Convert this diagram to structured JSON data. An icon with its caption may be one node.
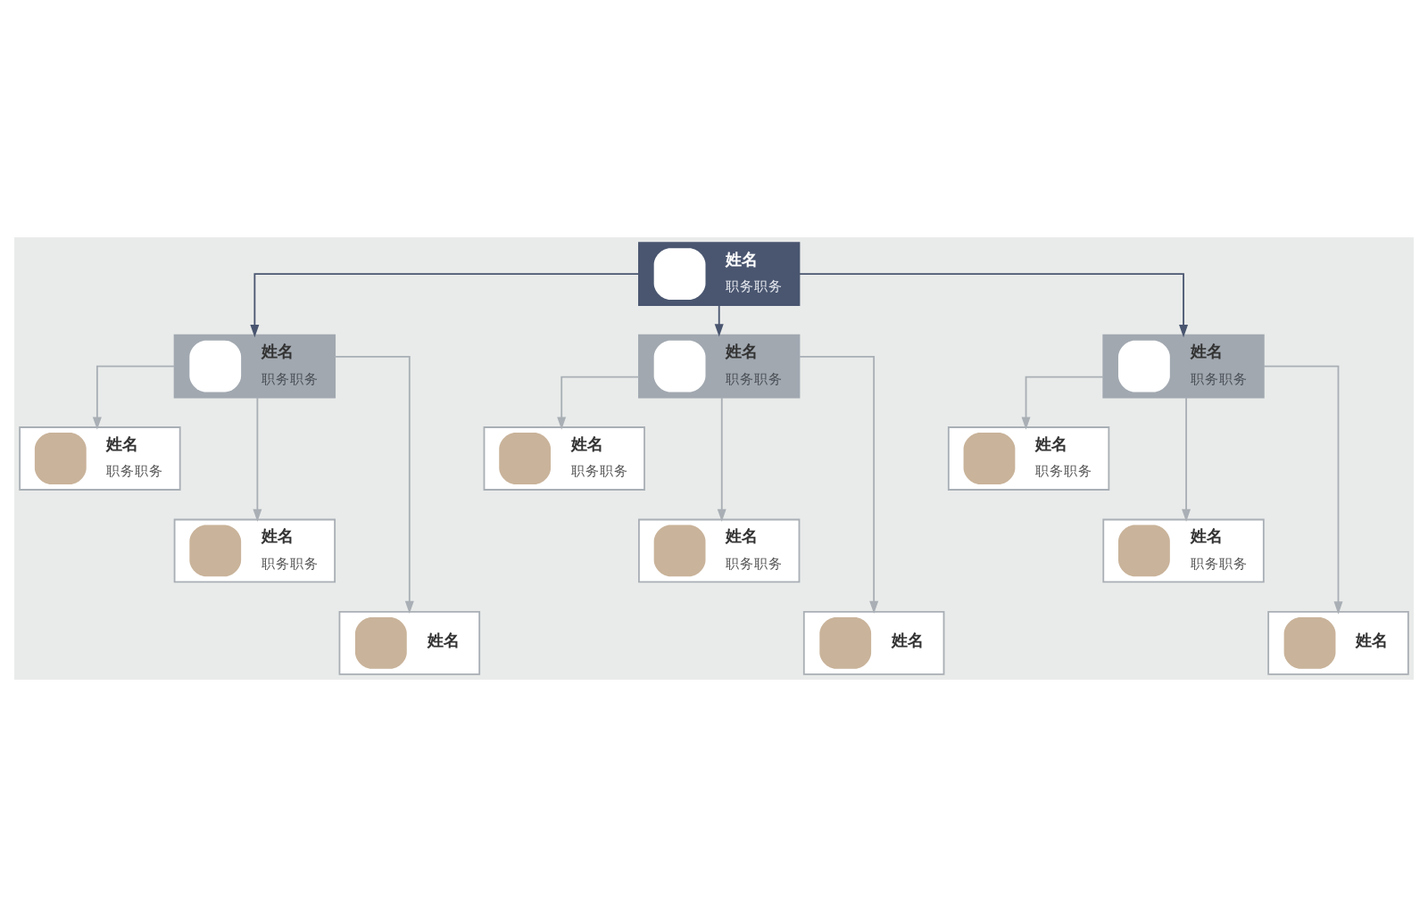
{
  "diagram": {
    "nodes": [
      {
        "text": [
          "姓名",
          "职务职务"
        ]
      },
      {
        "text": [
          "姓名",
          "职务职务"
        ]
      },
      {
        "text": [
          "姓名",
          "职务职务"
        ]
      },
      {
        "text": [
          "姓名",
          "职务职务"
        ]
      },
      {
        "text": [
          "姓名",
          "职务职务"
        ]
      },
      {
        "text": [
          "姓名",
          "职务职务"
        ]
      },
      {
        "text": [
          "姓名",
          "职务职务"
        ]
      },
      {
        "text": [
          "姓名",
          "职务职务"
        ]
      },
      {
        "text": [
          "姓名",
          "职务职务"
        ]
      },
      {
        "text": [
          "姓名",
          "职务职务"
        ]
      },
      {
        "text": [
          "姓名"
        ]
      },
      {
        "text": [
          "姓名"
        ]
      },
      {
        "text": [
          "姓名"
        ]
      }
    ],
    "edges": [
      {
        "from": 0,
        "to": 1,
        "arrow": "to",
        "color": "#4a5670"
      },
      {
        "from": 0,
        "to": 2,
        "arrow": "to",
        "color": "#4a5670"
      },
      {
        "from": 0,
        "to": 3,
        "arrow": "to",
        "color": "#4a5670"
      },
      {
        "from": 1,
        "to": 4,
        "arrow": "to"
      },
      {
        "from": 1,
        "to": 7,
        "arrow": "to"
      },
      {
        "from": 1,
        "to": 10,
        "arrow": "to"
      },
      {
        "from": 2,
        "to": 5,
        "arrow": "to"
      },
      {
        "from": 2,
        "to": 8,
        "arrow": "to"
      },
      {
        "from": 2,
        "to": 11,
        "arrow": "to"
      },
      {
        "from": 3,
        "to": 6,
        "arrow": "to"
      },
      {
        "from": 3,
        "to": 9,
        "arrow": "to"
      },
      {
        "from": 3,
        "to": 12,
        "arrow": "to"
      }
    ]
  }
}
